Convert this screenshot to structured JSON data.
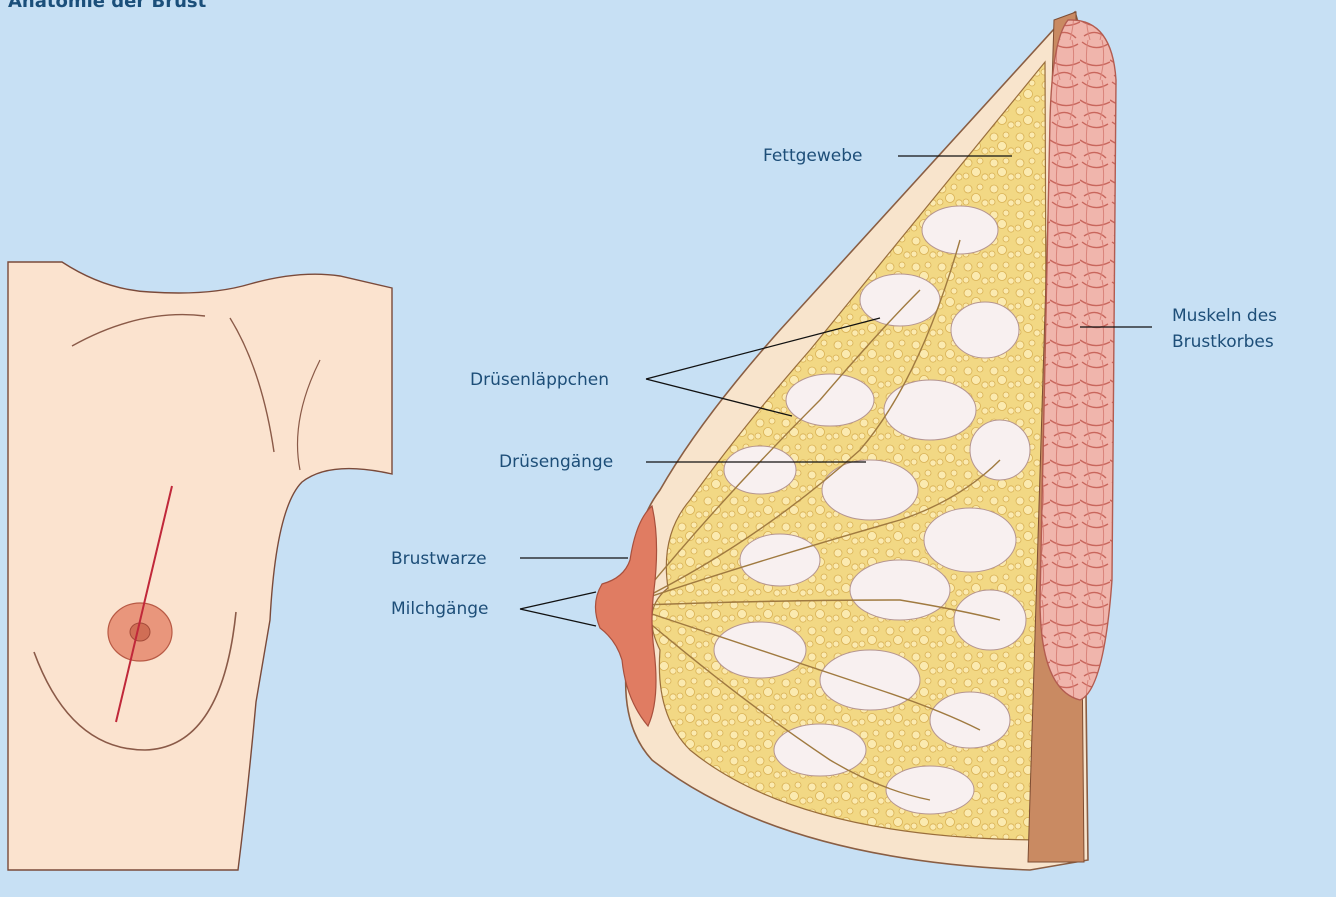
{
  "title": "Anatomie der Brust",
  "labels": {
    "fettgewebe": "Fettgewebe",
    "muskeln_line1": "Muskeln des",
    "muskeln_line2": "Brustkorbes",
    "druesenlaeppchen": "Drüsenläppchen",
    "druesengaenge": "Drüsengänge",
    "brustwarze": "Brustwarze",
    "milchgaenge": "Milchgänge"
  },
  "colors": {
    "background": "#c7e0f4",
    "label_text": "#1d4e78",
    "skin": "#fbe3cf",
    "fat": "#f3d98a",
    "muscle": "#e9a29a",
    "nipple": "#e07c62",
    "incision_line": "#c0283a"
  }
}
